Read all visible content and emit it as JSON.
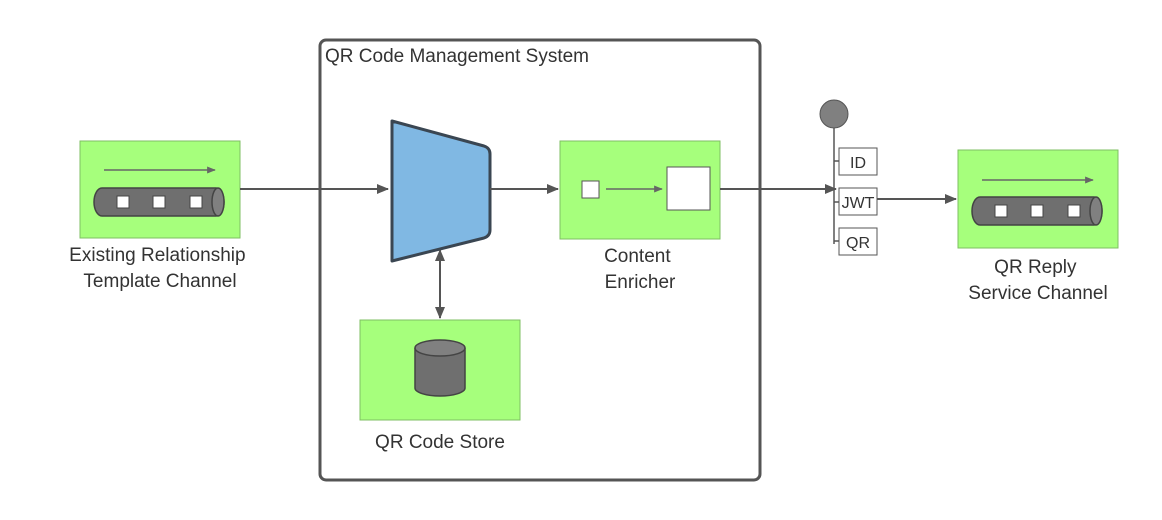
{
  "system": {
    "title": "QR Code Management System"
  },
  "source_channel": {
    "line1": "Existing Relationship",
    "line2": "Template Channel"
  },
  "reply_channel": {
    "line1": "QR Reply",
    "line2": "Service Channel"
  },
  "enricher": {
    "line1": "Content",
    "line2": "Enricher"
  },
  "store": {
    "label": "QR Code Store"
  },
  "message_fields": [
    "ID",
    "JWT",
    "QR"
  ],
  "colors": {
    "component_fill": "#a6ff7c",
    "translator_fill": "#80b8e3",
    "pipe_fill": "#6f6f6f",
    "line": "#555555"
  }
}
